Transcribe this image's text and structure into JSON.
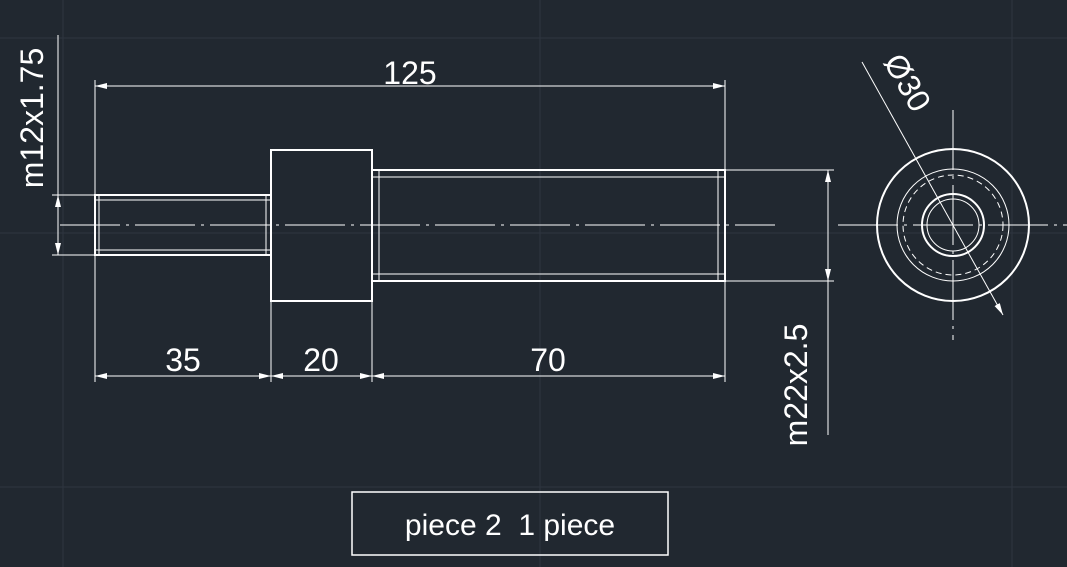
{
  "colors": {
    "background": "#212830",
    "grid": "#2e3640",
    "line": "#ffffff",
    "hidden_line": "#d0d4d8"
  },
  "dimensions": {
    "overall_length": "125",
    "segment_left": "35",
    "segment_middle": "20",
    "segment_right": "70",
    "thread_small": "m12x1.75",
    "thread_large": "m22x2.5",
    "diameter": "Ø30"
  },
  "title_block": {
    "label": "piece 2  1 piece"
  }
}
